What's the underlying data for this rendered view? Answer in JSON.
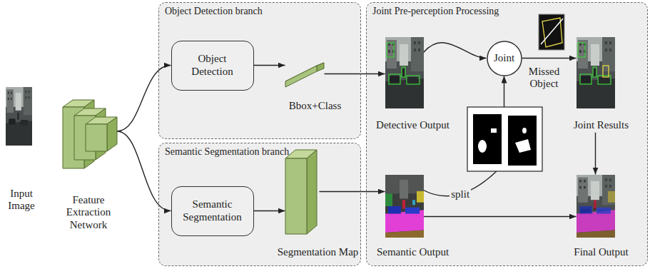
{
  "diagram": {
    "nodes": [
      {
        "text": [
          "Input Image"
        ]
      },
      {
        "text": [
          "Feature Extraction Network"
        ]
      },
      {
        "text": [
          "Object Detection branch"
        ]
      },
      {
        "text": [
          "Object Detection"
        ],
        "in": 2
      },
      {
        "text": [
          "Bbox+Class"
        ],
        "in": 2
      },
      {
        "text": [
          "Semantic Segmentation branch"
        ]
      },
      {
        "text": [
          "Semantic Segmentation"
        ],
        "in": 5
      },
      {
        "text": [
          "Segmentation Map"
        ],
        "in": 5
      },
      {
        "text": [
          "Joint Pre-perception Processing"
        ]
      },
      {
        "text": [
          "Detective Output"
        ],
        "in": 8
      },
      {
        "text": [
          "Joint"
        ],
        "in": 8
      },
      {
        "text": [
          "Missed Object"
        ],
        "in": 8
      },
      {
        "text": [
          "Joint Results"
        ],
        "in": 8
      },
      {
        "text": [
          "Semantic Output"
        ],
        "in": 8
      },
      {
        "text": [
          "Final Output"
        ],
        "in": 8
      }
    ],
    "edges": [
      {
        "from": 1,
        "to": 3,
        "arrow": "to"
      },
      {
        "from": 1,
        "to": 6,
        "arrow": "to"
      },
      {
        "from": 3,
        "to": 4,
        "arrow": "to"
      },
      {
        "from": 6,
        "to": 7,
        "arrow": "to"
      },
      {
        "from": 4,
        "to": 9,
        "arrow": "to"
      },
      {
        "from": 7,
        "to": 13,
        "arrow": "to"
      },
      {
        "from": 9,
        "to": 10,
        "arrow": "to"
      },
      {
        "from": 13,
        "to": 10,
        "label": "split",
        "arrow": "to"
      },
      {
        "from": 10,
        "to": 12,
        "arrow": "to"
      },
      {
        "from": 12,
        "to": 14,
        "arrow": "to"
      },
      {
        "from": 13,
        "to": 14,
        "arrow": "to"
      }
    ]
  }
}
